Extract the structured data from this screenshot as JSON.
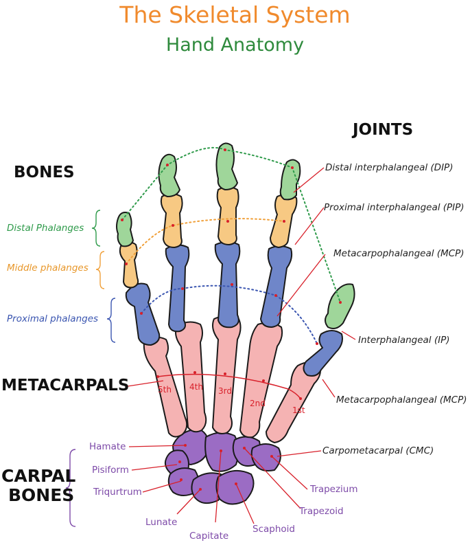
{
  "title": "The Skeletal System",
  "subtitle": "Hand Anatomy",
  "sections": {
    "joints": "JOINTS",
    "bones": "BONES",
    "metacarpals": "METACARPALS",
    "carpal_line1": "CARPAL",
    "carpal_line2": "BONES"
  },
  "bone_groups": {
    "distal": "Distal Phalanges",
    "middle": "Middle phalanges",
    "proximal": "Proximal phalanges"
  },
  "joints": {
    "dip": "Distal interphalangeal (DIP)",
    "pip": "Proximal interphalangeal (PIP)",
    "mcp": "Metacarpophalangeal (MCP)",
    "ip": "Interphalangeal (IP)",
    "thumb_mcp": "Metacarpophalangeal (MCP)",
    "cmc": "Carpometacarpal (CMC)"
  },
  "metacarpal_numbers": {
    "fifth": "5th",
    "fourth": "4th",
    "third": "3rd",
    "second": "2nd",
    "first": "1st"
  },
  "carpals": {
    "hamate": "Hamate",
    "pisiform": "Pisiform",
    "triqurtrum": "Triqurtrum",
    "lunate": "Lunate",
    "capitate": "Capitate",
    "scaphoid": "Scaphoid",
    "trapezoid": "Trapezoid",
    "trapezium": "Trapezium"
  },
  "colors": {
    "title": "#f08a2c",
    "subtitle": "#2e8a3c",
    "distal": "#9fd69a",
    "middle": "#f7c983",
    "proximal": "#6f86c9",
    "metacarpal": "#f5b3b3",
    "carpal": "#9b6cc4",
    "pointer": "#d8202a"
  }
}
